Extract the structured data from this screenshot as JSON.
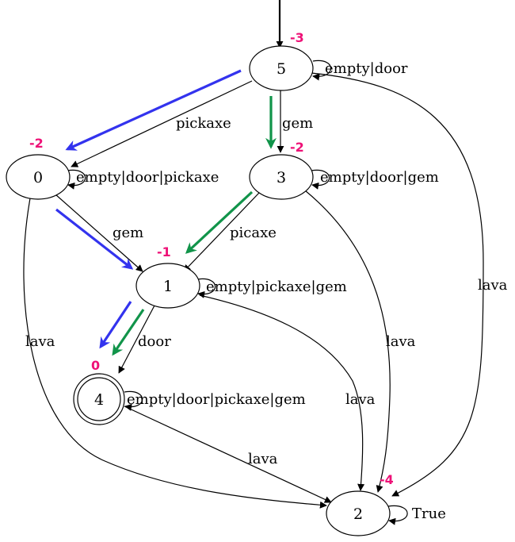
{
  "diagram": {
    "colors": {
      "edge": "#000000",
      "score": "#ee1177",
      "path_blue": "#3333ee",
      "path_green": "#11944a"
    },
    "nodes": {
      "n5": {
        "label": "5",
        "score": "-3"
      },
      "n0": {
        "label": "0",
        "score": "-2"
      },
      "n3": {
        "label": "3",
        "score": "-2"
      },
      "n1": {
        "label": "1",
        "score": "-1"
      },
      "n4": {
        "label": "4",
        "score": "0",
        "accepting": true
      },
      "n2": {
        "label": "2",
        "score": "-4"
      }
    },
    "edges": {
      "e5_5": "empty|door",
      "e5_0": "pickaxe",
      "e5_3": "gem",
      "e5_2": "lava",
      "e0_0": "empty|door|pickaxe",
      "e0_1": "gem",
      "e0_2": "lava",
      "e3_3": "empty|door|gem",
      "e3_1": "picaxe",
      "e3_2": "lava",
      "e1_1": "empty|pickaxe|gem",
      "e1_4": "door",
      "e1_2": "lava",
      "e4_4": "empty|door|pickaxe|gem",
      "e4_2": "lava",
      "e2_2": "True"
    }
  }
}
